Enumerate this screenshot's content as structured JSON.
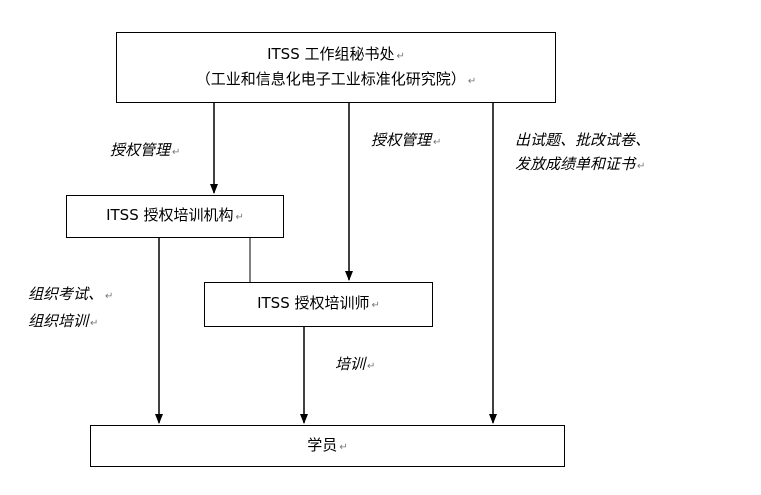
{
  "boxes": {
    "secretariat": {
      "line1": "ITSS 工作组秘书处",
      "line2": "（工业和信息化电子工业标准化研究院）"
    },
    "training_org": {
      "label": "ITSS 授权培训机构"
    },
    "trainer": {
      "label": "ITSS 授权培训师"
    },
    "student": {
      "label": "学员"
    }
  },
  "edge_labels": {
    "auth_mgmt_left": "授权管理",
    "auth_mgmt_middle": "授权管理",
    "exam_line1": "出试题、批改试卷、",
    "exam_line2": "发放成绩单和证书",
    "org_exam_line1": "组织考试、",
    "org_exam_line2": "组织培训",
    "training": "培训"
  },
  "paragraph_mark": "↵"
}
